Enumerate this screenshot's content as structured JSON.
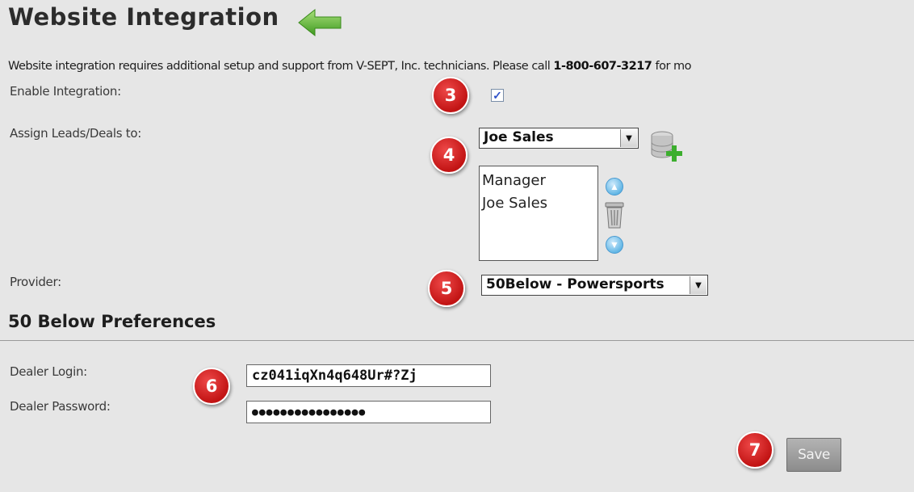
{
  "page": {
    "title": "Website Integration",
    "intro_text": "Website integration requires additional setup and support from V-SEPT, Inc. technicians. Please call ",
    "intro_phone": "1-800-607-3217",
    "intro_suffix": " for mo"
  },
  "form": {
    "enable_integration": {
      "label": "Enable Integration:",
      "checked": true,
      "check_mark": "✓"
    },
    "assign": {
      "label": "Assign Leads/Deals to:",
      "selected": "Joe Sales",
      "list": [
        "Manager",
        "Joe Sales"
      ]
    },
    "provider": {
      "label": "Provider:",
      "selected": "50Below - Powersports"
    }
  },
  "preferences": {
    "title": "50 Below Preferences",
    "dealer_login": {
      "label": "Dealer Login:",
      "value": "cz041iqXn4q648Ur#?Zj"
    },
    "dealer_password": {
      "label": "Dealer Password:",
      "value": "●●●●●●●●●●●●●●●●"
    },
    "save_label": "Save"
  },
  "badges": {
    "b3": "3",
    "b4": "4",
    "b5": "5",
    "b6": "6",
    "b7": "7"
  },
  "icons": {
    "back": "back-arrow-icon",
    "add_user": "database-add-icon",
    "move_up": "arrow-up-icon",
    "delete": "trash-icon",
    "move_down": "arrow-down-icon",
    "dropdown": "chevron-down-icon"
  },
  "colors": {
    "badge": "#d21c1c",
    "accent_arrow": "#5cb82e",
    "page_bg": "#e6e6e6"
  }
}
